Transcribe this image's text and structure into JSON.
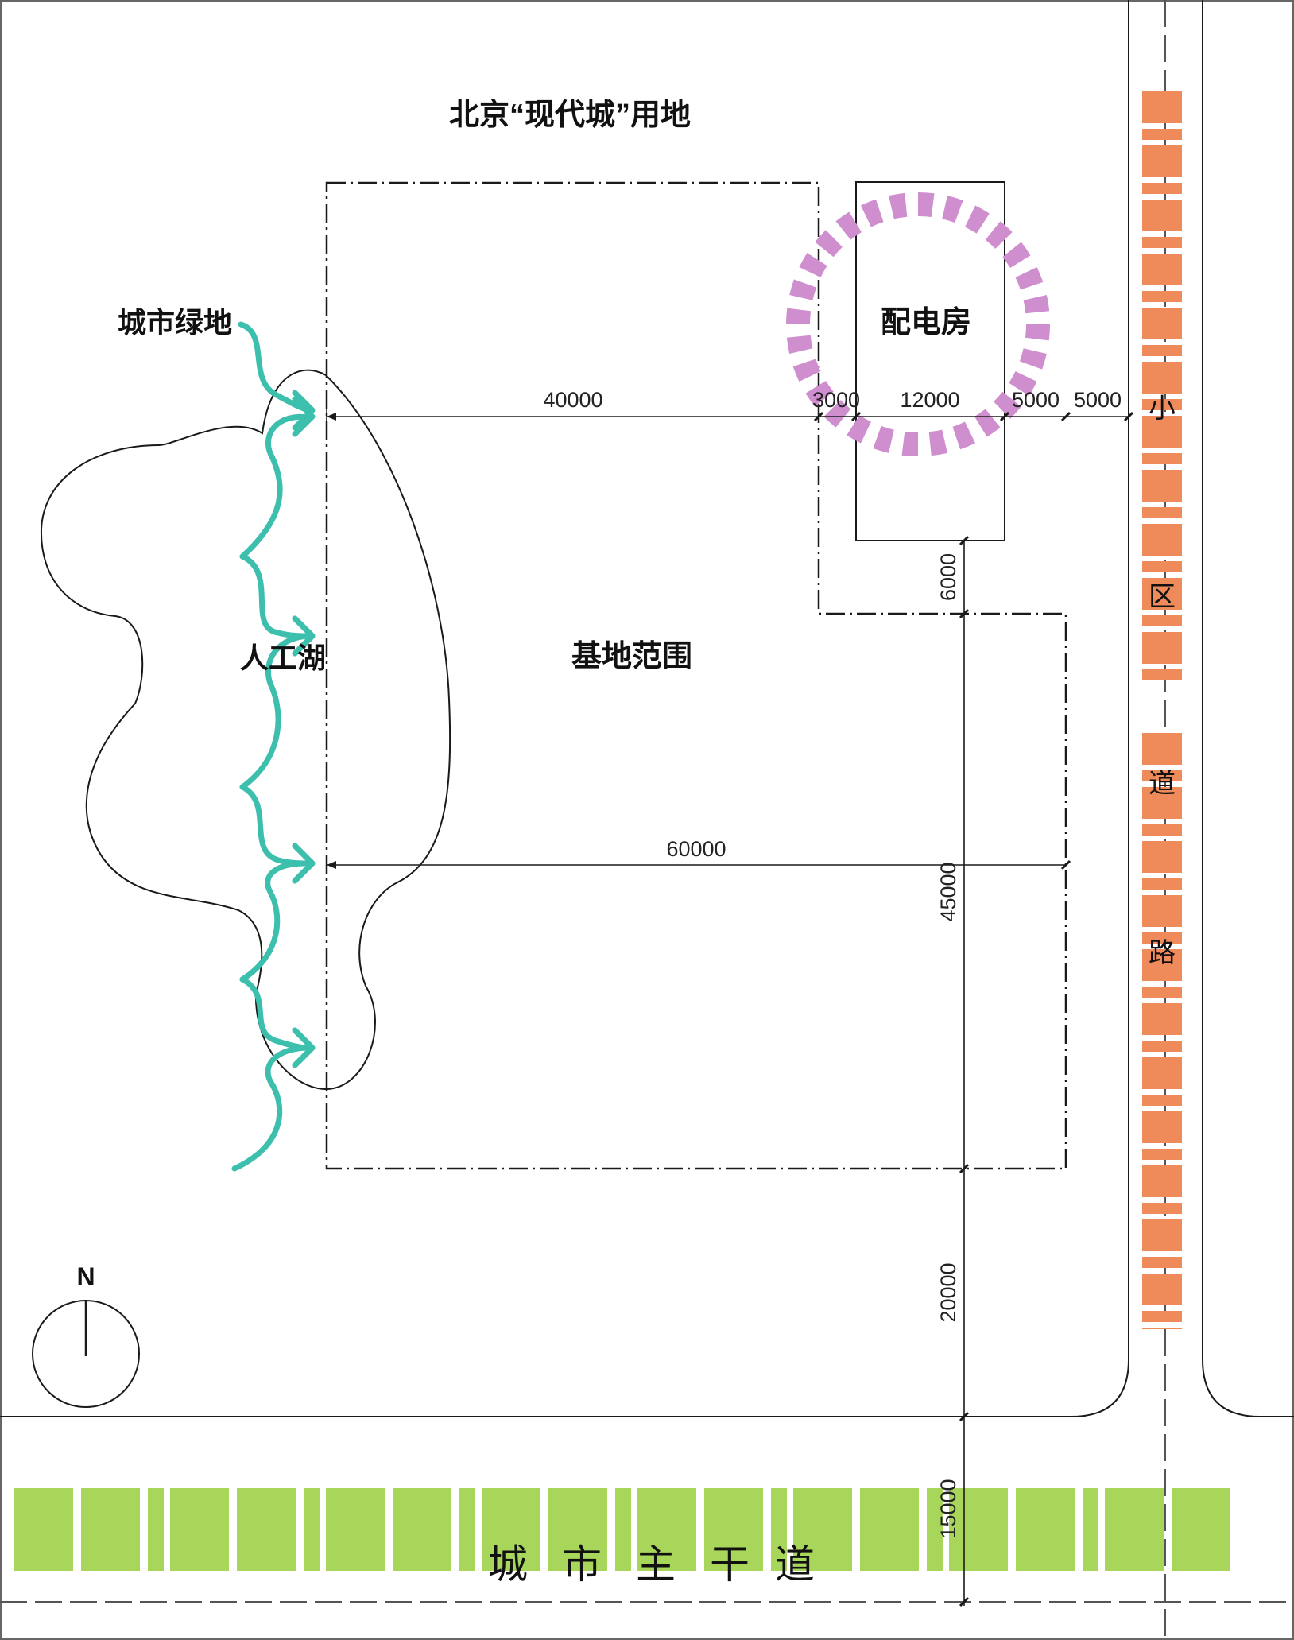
{
  "labels": {
    "north_site": "北京“现代城”用地",
    "urban_green": "城市绿地",
    "power_room": "配电房",
    "artificial_lake": "人工湖",
    "site_boundary": "基地范围",
    "district_road": [
      "小",
      "区",
      "道",
      "路"
    ],
    "main_road": [
      "城",
      "市",
      "主",
      "干",
      "道"
    ],
    "north": "N"
  },
  "dimensions": {
    "d40000": "40000",
    "d3000": "3000",
    "d12000": "12000",
    "d5000a": "5000",
    "d5000b": "5000",
    "d60000": "60000",
    "d6000": "6000",
    "d45000": "45000",
    "d20000": "20000",
    "d15000": "15000"
  },
  "colors": {
    "road_main": "#a8d65a",
    "road_district": "#ef8a5a",
    "noise_ring": "#cf8fcf",
    "wind_arrow": "#3dbfae",
    "line": "#1a1a1a"
  }
}
